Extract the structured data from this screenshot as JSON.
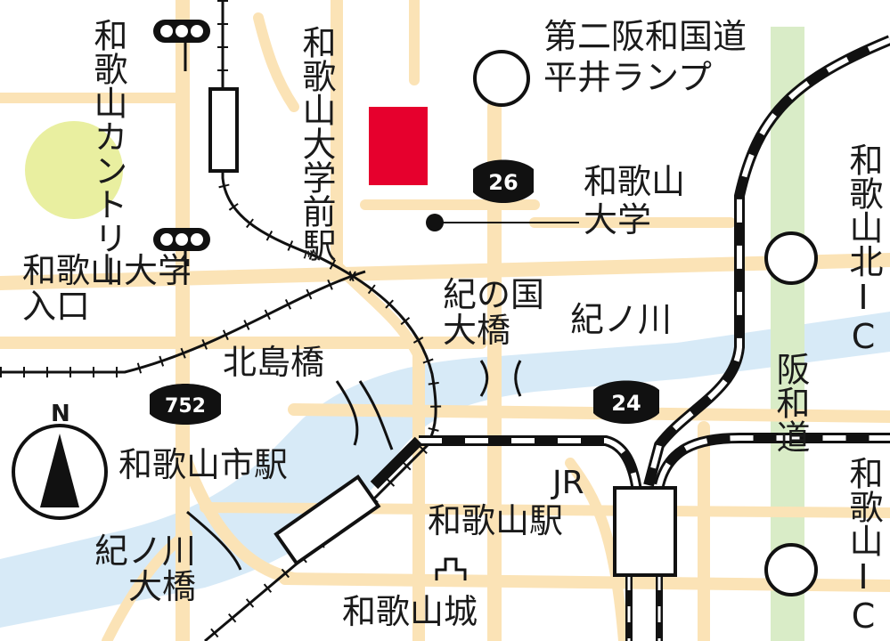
{
  "colors": {
    "road": "#fbe3b6",
    "river": "#d7eaf7",
    "expressway": "#d9ecc7",
    "park": "#e9efa0",
    "destination": "#e6002d",
    "rail": "#111111",
    "text": "#1a1a1a"
  },
  "labels": {
    "wakayama_country": "和歌山カントリー",
    "wakayama_univ_mae_station": "和歌山大学前駅",
    "wakayama_univ_iriguchi": "和歌山大学入口",
    "hiraiRamp": {
      "line1": "第二阪和国道",
      "line2": "平井ランプ"
    },
    "wakayama_university": {
      "line1": "和歌山",
      "line2": "大学"
    },
    "kinokuni_ohashi": "紀の国大橋",
    "kinokawa_upper": "紀ノ川",
    "kitajimabashi": "北島橋",
    "wakayamashi_station": "和歌山市駅",
    "kinokawa_ohashi": "紀ノ川大橋",
    "jr": "JR",
    "wakayama_station": "和歌山駅",
    "wakayama_castle": "和歌山城",
    "hanwa_expressway": "阪和道",
    "wakayama_kita_ic": "和歌山北IC",
    "wakayama_ic": "和歌山IC",
    "north": "N"
  },
  "route_shields": [
    {
      "number": "26"
    },
    {
      "number": "24"
    },
    {
      "number": "752"
    }
  ],
  "icons": [
    "traffic-signal-icon",
    "interchange-circle-icon",
    "castle-icon",
    "compass-north-icon"
  ]
}
